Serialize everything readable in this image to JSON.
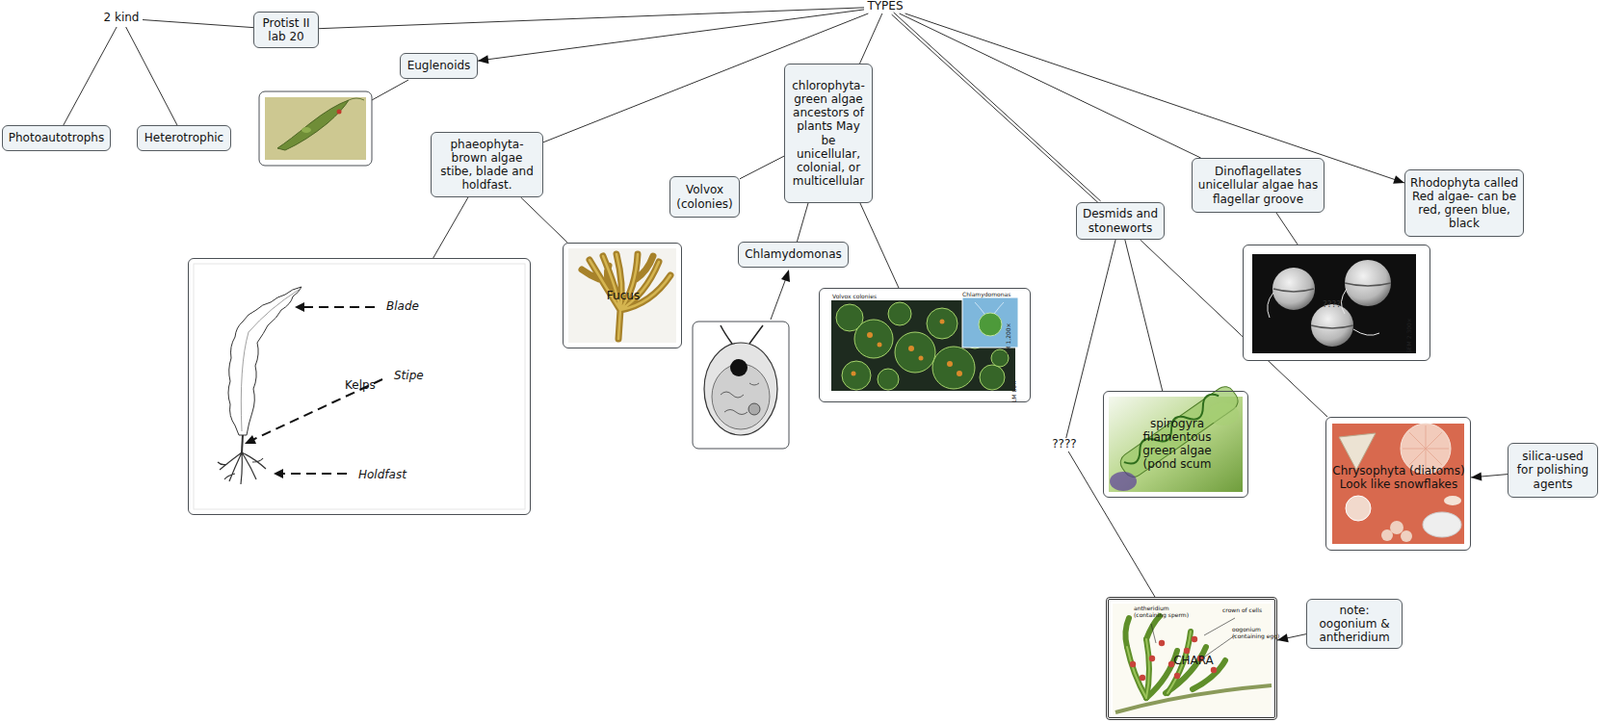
{
  "diagram": {
    "nodes": [
      {
        "text": [
          "2 kind"
        ]
      },
      {
        "text": [
          "Protist II lab 20"
        ]
      },
      {
        "text": [
          "TYPES"
        ]
      },
      {
        "text": [
          "Photoautotrophs"
        ]
      },
      {
        "text": [
          "Heterotrophic"
        ]
      },
      {
        "text": [
          "Euglenoids"
        ]
      },
      {
        "text": [
          "phaeophyta- brown algae stibe, blade and holdfast."
        ]
      },
      {
        "text": [
          "Blade",
          "Stipe",
          "Kelps",
          "Holdfast"
        ]
      },
      {
        "text": [
          "Fucus"
        ]
      },
      {
        "text": [
          "chlorophyta- green algae ancestors of plants May be unicellular, colonial, or multicellular"
        ]
      },
      {
        "text": [
          "Volvox (colonies)"
        ]
      },
      {
        "text": [
          "Chlamydomonas"
        ]
      },
      {
        "text": [
          "Volvox colonies",
          "Chlamydomonas",
          "LM 1,200×",
          "LM 80×"
        ]
      },
      {
        "text": [
          "Desmids and stoneworts"
        ]
      },
      {
        "text": [
          "Dinoflagellates unicellular algae has flagellar groove"
        ]
      },
      {
        "text": [
          "Rhodophyta called Red algae- can be red, green blue, black"
        ]
      },
      {
        "text": [
          "????",
          "SEM 2,300×"
        ]
      },
      {
        "text": [
          "????"
        ]
      },
      {
        "text": [
          "spirogyra filamentous green algae (pond scum"
        ]
      },
      {
        "text": [
          "Chrysophyta (diatoms) Look like snowflakes"
        ]
      },
      {
        "text": [
          "silica-used for polishing agents"
        ]
      },
      {
        "text": [
          "antheridium (containing sperm)",
          "crown of cells",
          "oogonium (containing egg)",
          "CHARA"
        ]
      },
      {
        "text": [
          "note: oogonium & antheridium"
        ]
      }
    ],
    "edges": [
      {
        "from": 0,
        "to": 1,
        "arrow": "none"
      },
      {
        "from": 1,
        "to": 2,
        "arrow": "none"
      },
      {
        "from": 0,
        "to": 3,
        "arrow": "none"
      },
      {
        "from": 0,
        "to": 4,
        "arrow": "none"
      },
      {
        "from": 2,
        "to": 5,
        "arrow": "to"
      },
      {
        "from": 2,
        "to": 6,
        "arrow": "none"
      },
      {
        "from": 6,
        "to": 7,
        "arrow": "none"
      },
      {
        "from": 6,
        "to": 8,
        "arrow": "none"
      },
      {
        "from": 2,
        "to": 9,
        "arrow": "none"
      },
      {
        "from": 9,
        "to": 10,
        "arrow": "none"
      },
      {
        "from": 9,
        "to": 11,
        "arrow": "none"
      },
      {
        "from": 9,
        "to": 12,
        "arrow": "none"
      },
      {
        "from": 2,
        "to": 13,
        "arrow": "none"
      },
      {
        "from": 2,
        "to": 14,
        "arrow": "none"
      },
      {
        "from": 2,
        "to": 15,
        "arrow": "to"
      },
      {
        "from": 13,
        "to": 17,
        "arrow": "none"
      },
      {
        "from": 17,
        "to": 21,
        "arrow": "none"
      },
      {
        "from": 13,
        "to": 18,
        "arrow": "none"
      },
      {
        "from": 13,
        "to": 19,
        "arrow": "none"
      },
      {
        "from": 14,
        "to": 16,
        "arrow": "none"
      },
      {
        "from": 20,
        "to": 19,
        "arrow": "to"
      },
      {
        "from": 22,
        "to": 21,
        "arrow": "to"
      }
    ]
  }
}
